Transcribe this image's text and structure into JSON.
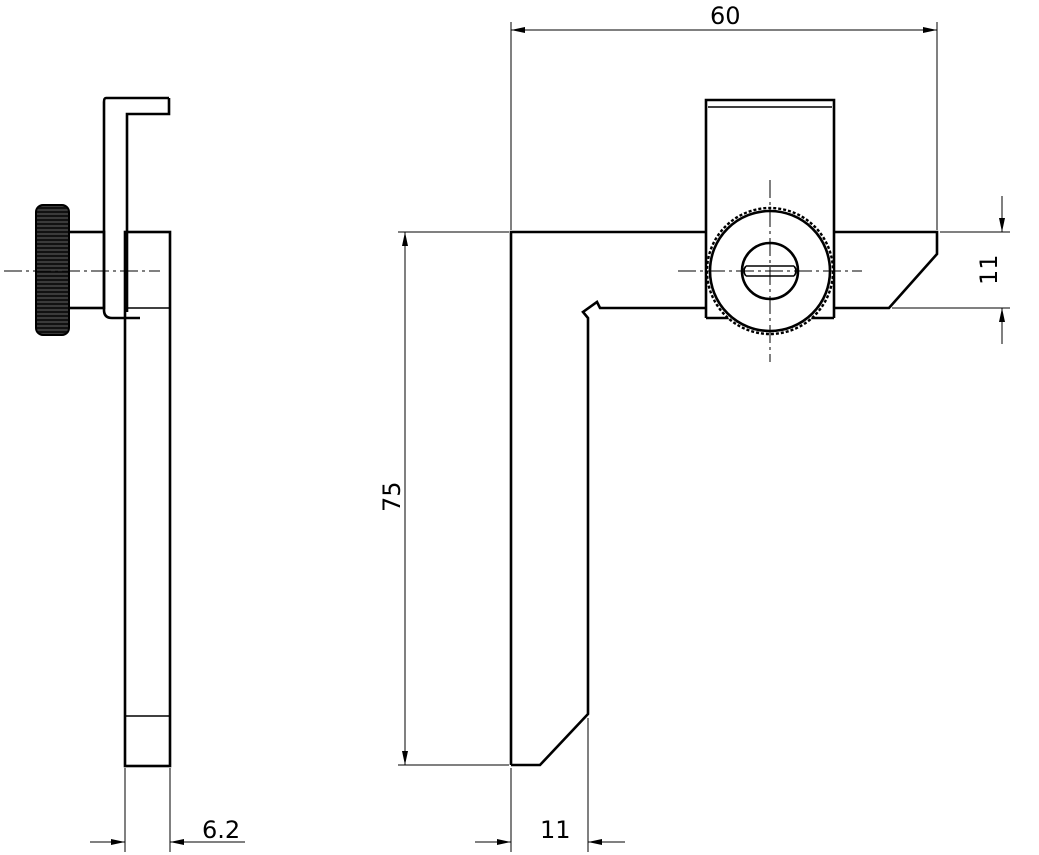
{
  "drawing": {
    "dimensions": {
      "overall_width": "60",
      "overall_height": "75",
      "leg_width": "11",
      "arm_height": "11",
      "thickness": "6.2"
    },
    "views": [
      "side-view",
      "front-view"
    ]
  }
}
